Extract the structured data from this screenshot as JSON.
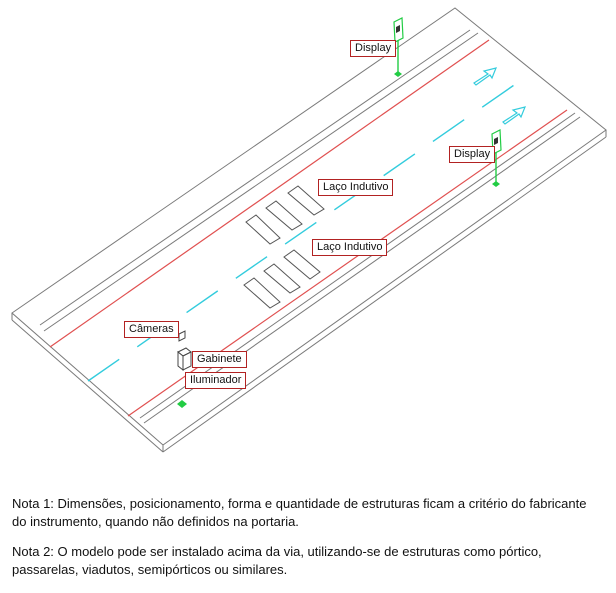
{
  "labels": {
    "display_top": "Display",
    "display_right": "Display",
    "laco_top": "Laço Indutivo",
    "laco_bottom": "Laço Indutivo",
    "cameras": "Câmeras",
    "gabinete": "Gabinete",
    "iluminador": "Iluminador"
  },
  "notes": {
    "nota1": "Nota 1: Dimensões, posicionamento, forma e quantidade de estruturas ficam a critério do fabricante do instrumento, quando não definidos na portaria.",
    "nota2": "Nota 2: O modelo pode ser instalado acima da via, utilizando-se de estruturas como pórtico, passarelas, viadutos, semipórticos ou similares."
  },
  "colors": {
    "road_outline": "#7a7a7a",
    "lane_edge": "#e05050",
    "center_dash": "#33ccdd",
    "arrow": "#33ccdd",
    "display_green": "#22cc44",
    "label_border": "#b22222"
  }
}
